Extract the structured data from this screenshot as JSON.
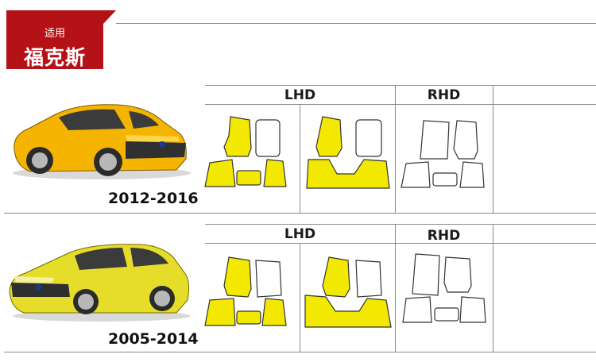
{
  "badge": {
    "label_small": "适用",
    "label_large": "福克斯"
  },
  "rows": [
    {
      "years": "2012-2016",
      "lhd_label": "LHD",
      "rhd_label": "RHD",
      "car_color": "#f4b400"
    },
    {
      "years": "2005-2014",
      "lhd_label": "LHD",
      "rhd_label": "RHD",
      "car_color": "#e6dd2a"
    }
  ],
  "colors": {
    "accent_red": "#b51218",
    "mat_yellow": "#f2e800",
    "mat_outline": "#333333"
  }
}
